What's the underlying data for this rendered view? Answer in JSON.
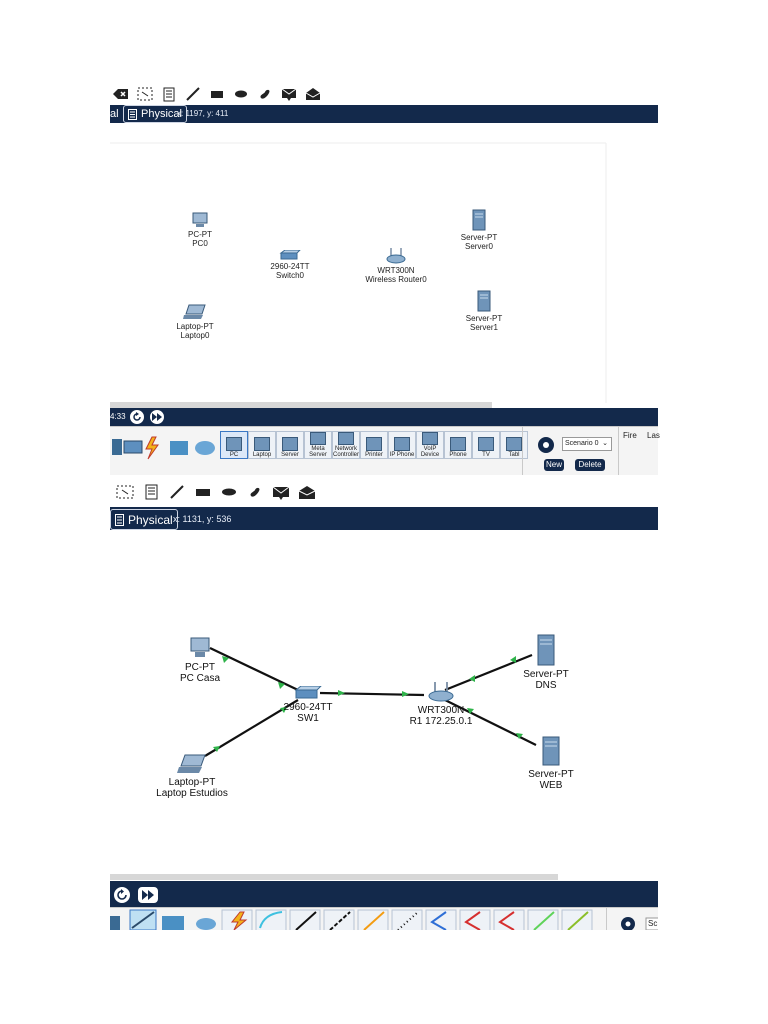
{
  "top": {
    "tab_left": "al",
    "tab_label": "Physical",
    "coords": "x: 1197, y: 411",
    "time": "4:33",
    "devices": [
      {
        "type": "PC-PT",
        "name": "PC0"
      },
      {
        "type": "2960-24TT",
        "name": "Switch0"
      },
      {
        "type": "WRT300N",
        "name": "Wireless Router0"
      },
      {
        "type": "Server-PT",
        "name": "Server0"
      },
      {
        "type": "Laptop-PT",
        "name": "Laptop0"
      },
      {
        "type": "Server-PT",
        "name": "Server1"
      }
    ],
    "palette": [
      "PC",
      "Laptop",
      "Server",
      "Meta Server",
      "Network Controller",
      "Printer",
      "IP Phone",
      "VoIP Device",
      "Phone",
      "TV",
      "Tabl"
    ],
    "scenario_label": "Scenario 0",
    "new_label": "New",
    "delete_label": "Delete",
    "col_fire": "Fire",
    "col_last": "Las"
  },
  "bottom": {
    "tab_label": "Physical",
    "coords": "x: 1131, y: 536",
    "devices": [
      {
        "type": "PC-PT",
        "name": "PC Casa"
      },
      {
        "type": "2960-24TT",
        "name": "SW1"
      },
      {
        "type": "WRT300N",
        "name": "R1 172.25.0.1"
      },
      {
        "type": "Server-PT",
        "name": "DNS"
      },
      {
        "type": "Laptop-PT",
        "name": "Laptop Estudios"
      },
      {
        "type": "Server-PT",
        "name": "WEB"
      }
    ],
    "scenario_label": "Sc"
  },
  "colors": {
    "bar": "#13294b",
    "link": "#111111",
    "link_up": "#2fb34a"
  }
}
